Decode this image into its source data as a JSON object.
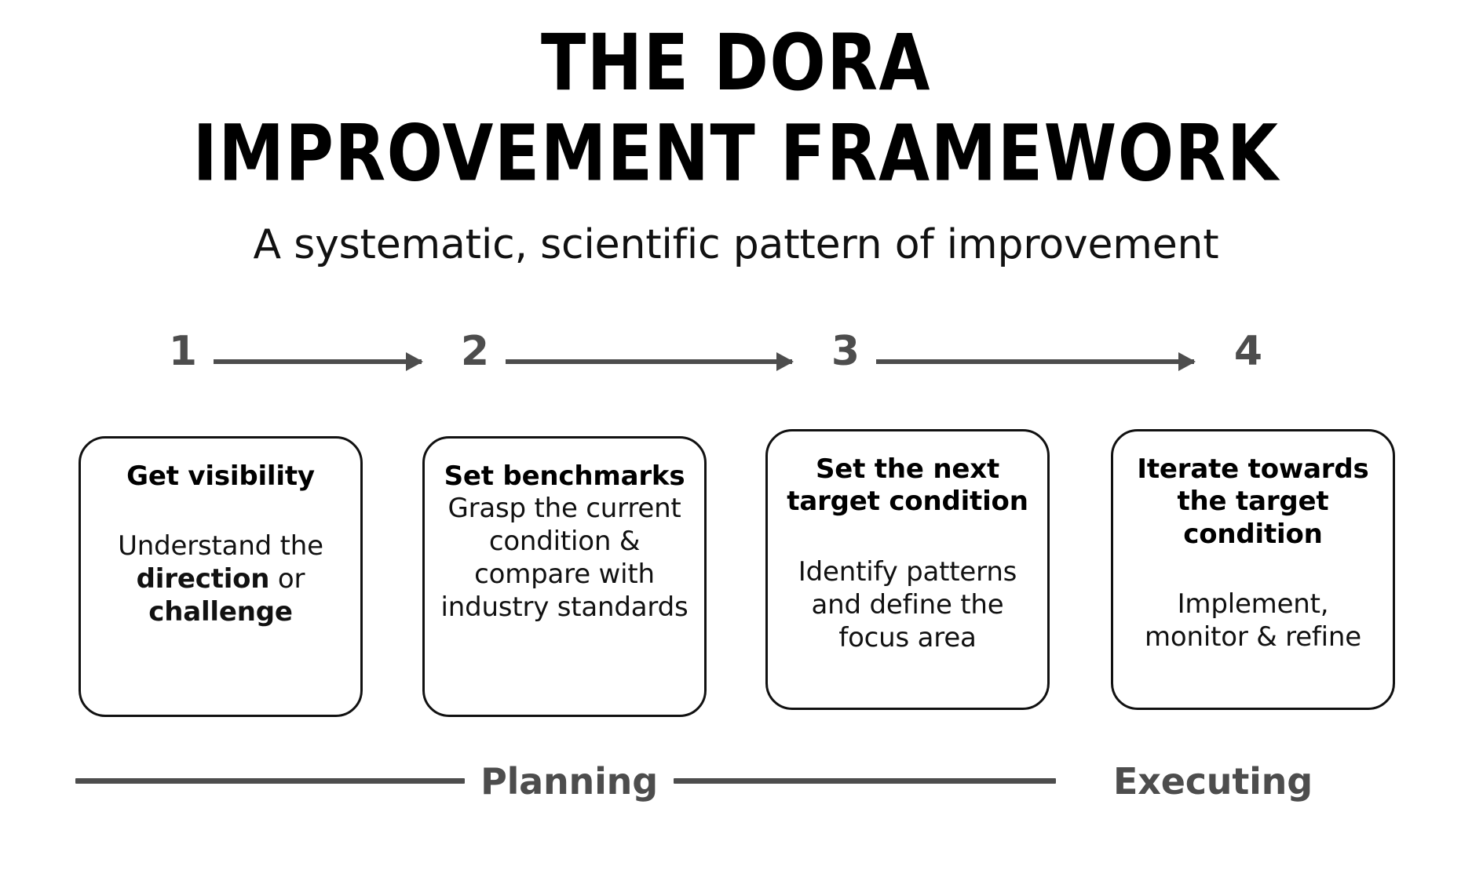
{
  "header": {
    "title": "THE DORA\nIMPROVEMENT FRAMEWORK",
    "subtitle": "A systematic, scientific pattern of improvement"
  },
  "steps": [
    {
      "number": "1"
    },
    {
      "number": "2"
    },
    {
      "number": "3"
    },
    {
      "number": "4"
    }
  ],
  "cards": [
    {
      "title": "Get visibility",
      "body_prefix": "Understand the ",
      "body_bold_1": "direction",
      "body_mid": " or ",
      "body_bold_2": "challenge",
      "body_suffix": ""
    },
    {
      "title": "Set benchmarks",
      "body": "Grasp the current condition & compare with industry standards"
    },
    {
      "title": "Set the next target condition",
      "body": "Identify patterns and define the focus area"
    },
    {
      "title": "Iterate towards the target condition",
      "body": "Implement, monitor & refine"
    }
  ],
  "phases": {
    "planning_label": "Planning",
    "executing_label": "Executing"
  },
  "colors": {
    "background": "#ffffff",
    "text": "#111111",
    "accent_gray": "#4d4d4d",
    "card_border": "#111111"
  }
}
